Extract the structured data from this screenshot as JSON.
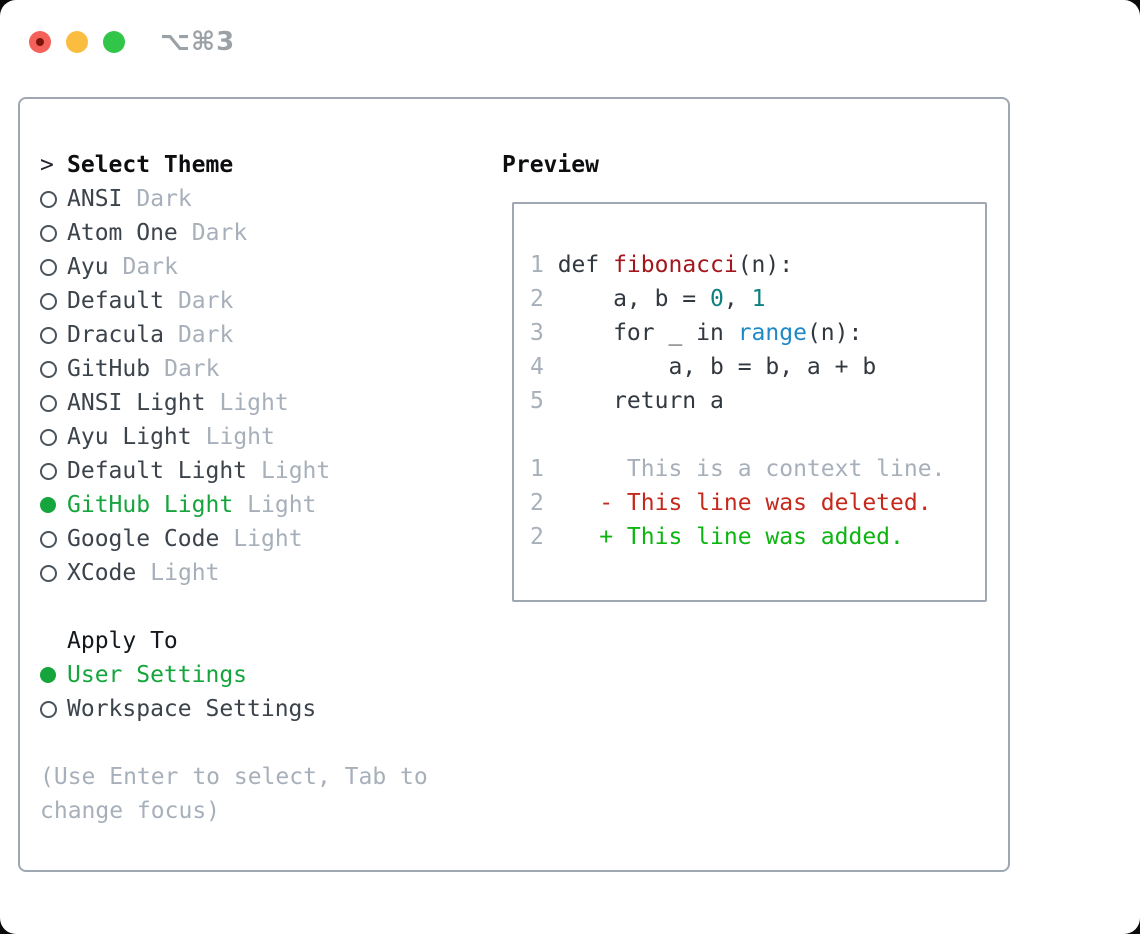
{
  "window": {
    "shortcut": "⌥⌘3"
  },
  "titlebar": {
    "traffic_lights": [
      {
        "name": "close",
        "color": "#f4605a"
      },
      {
        "name": "minimize",
        "color": "#fabd3f"
      },
      {
        "name": "zoom",
        "color": "#31c64a"
      }
    ]
  },
  "theme_panel": {
    "heading_prefix": ">",
    "heading": "Select Theme",
    "items": [
      {
        "label": "ANSI",
        "variant": "Dark",
        "selected": false
      },
      {
        "label": "Atom One",
        "variant": "Dark",
        "selected": false
      },
      {
        "label": "Ayu",
        "variant": "Dark",
        "selected": false
      },
      {
        "label": "Default",
        "variant": "Dark",
        "selected": false
      },
      {
        "label": "Dracula",
        "variant": "Dark",
        "selected": false
      },
      {
        "label": "GitHub",
        "variant": "Dark",
        "selected": false
      },
      {
        "label": "ANSI Light",
        "variant": "Light",
        "selected": false
      },
      {
        "label": "Ayu Light",
        "variant": "Light",
        "selected": false
      },
      {
        "label": "Default Light",
        "variant": "Light",
        "selected": false
      },
      {
        "label": "GitHub Light",
        "variant": "Light",
        "selected": true
      },
      {
        "label": "Google Code",
        "variant": "Light",
        "selected": false
      },
      {
        "label": "XCode",
        "variant": "Light",
        "selected": false
      }
    ],
    "apply_to": {
      "heading": "Apply To",
      "options": [
        {
          "label": "User Settings",
          "selected": true
        },
        {
          "label": "Workspace Settings",
          "selected": false
        }
      ]
    },
    "hint": "(Use Enter to select, Tab to change focus)"
  },
  "preview": {
    "heading": "Preview",
    "code_lines": [
      {
        "num": "1",
        "tokens": [
          {
            "text": "def ",
            "color": "code_default"
          },
          {
            "text": "fibonacci",
            "color": "code_function"
          },
          {
            "text": "(n):",
            "color": "code_default"
          }
        ]
      },
      {
        "num": "2",
        "tokens": [
          {
            "text": "    a, b = ",
            "color": "code_default"
          },
          {
            "text": "0",
            "color": "code_number"
          },
          {
            "text": ", ",
            "color": "code_default"
          },
          {
            "text": "1",
            "color": "code_number"
          }
        ]
      },
      {
        "num": "3",
        "tokens": [
          {
            "text": "    for _ in ",
            "color": "code_default"
          },
          {
            "text": "range",
            "color": "code_builtin"
          },
          {
            "text": "(n):",
            "color": "code_default"
          }
        ]
      },
      {
        "num": "4",
        "tokens": [
          {
            "text": "        a, b = b, a + b",
            "color": "code_default"
          }
        ]
      },
      {
        "num": "5",
        "tokens": [
          {
            "text": "    return a",
            "color": "code_default"
          }
        ]
      },
      {
        "num": "",
        "tokens": []
      },
      {
        "num": "1",
        "tokens": [
          {
            "text": "     This is a context line.",
            "color": "muted"
          }
        ]
      },
      {
        "num": "2",
        "tokens": [
          {
            "text": "   - This line was deleted.",
            "color": "diff_removed"
          }
        ]
      },
      {
        "num": "2",
        "tokens": [
          {
            "text": "   + This line was added.",
            "color": "diff_added"
          }
        ]
      }
    ]
  },
  "colors": {
    "muted": "#a7b0ba",
    "heading": "#0c0e10",
    "item": "#3c434b",
    "selected_green": "#15a53c",
    "diff_removed": "#c5281c",
    "diff_added": "#0db511",
    "code_default": "#32383f",
    "code_function": "#a3161d",
    "code_number": "#0d8080",
    "code_builtin": "#1f88c7",
    "border": "#9fa8b2"
  }
}
